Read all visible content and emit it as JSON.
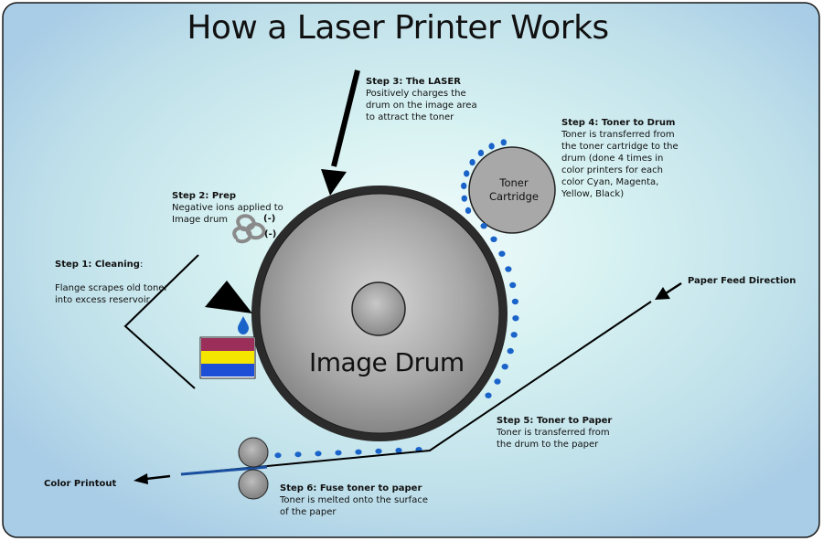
{
  "title": "How a Laser Printer Works",
  "drum": {
    "label": "Image Drum"
  },
  "toner_cartridge": {
    "line1": "Toner",
    "line2": "Cartridge"
  },
  "charges": {
    "first": "(-)",
    "second": "(-)"
  },
  "steps": {
    "step1": {
      "heading": "Step 1: Cleaning",
      "suffix": ":",
      "line1": "Flange scrapes old toner",
      "line2": "into excess reservoir"
    },
    "step2": {
      "heading": "Step 2: Prep",
      "line1": "Negative ions applied to",
      "line2": "Image drum"
    },
    "step3": {
      "heading": "Step 3: The LASER",
      "line1": "Positively charges the",
      "line2": "drum on the image area",
      "line3": "to attract the toner"
    },
    "step4": {
      "heading": "Step 4: Toner to Drum",
      "line1": "Toner is transferred from",
      "line2": "the toner cartridge to the",
      "line3": "drum (done 4 times in",
      "line4": "color printers for each",
      "line5": "color Cyan, Magenta,",
      "line6": "Yellow, Black)"
    },
    "step5": {
      "heading": "Step 5: Toner to Paper",
      "line1": "Toner is transferred from",
      "line2": "the drum to the paper"
    },
    "step6": {
      "heading": "Step 6: Fuse toner to paper",
      "line1": "Toner is melted onto the surface",
      "line2": "of the paper"
    }
  },
  "paper_feed_label": "Paper Feed Direction",
  "output_label": "Color Printout",
  "colors": {
    "toner_blue": "#1a63c9",
    "reservoir_magenta": "#9b2f5a",
    "reservoir_yellow": "#f5e600",
    "reservoir_blue": "#1c4fd6",
    "background_glow": "#e6f6f8",
    "background_edge": "#a9d0e8"
  }
}
